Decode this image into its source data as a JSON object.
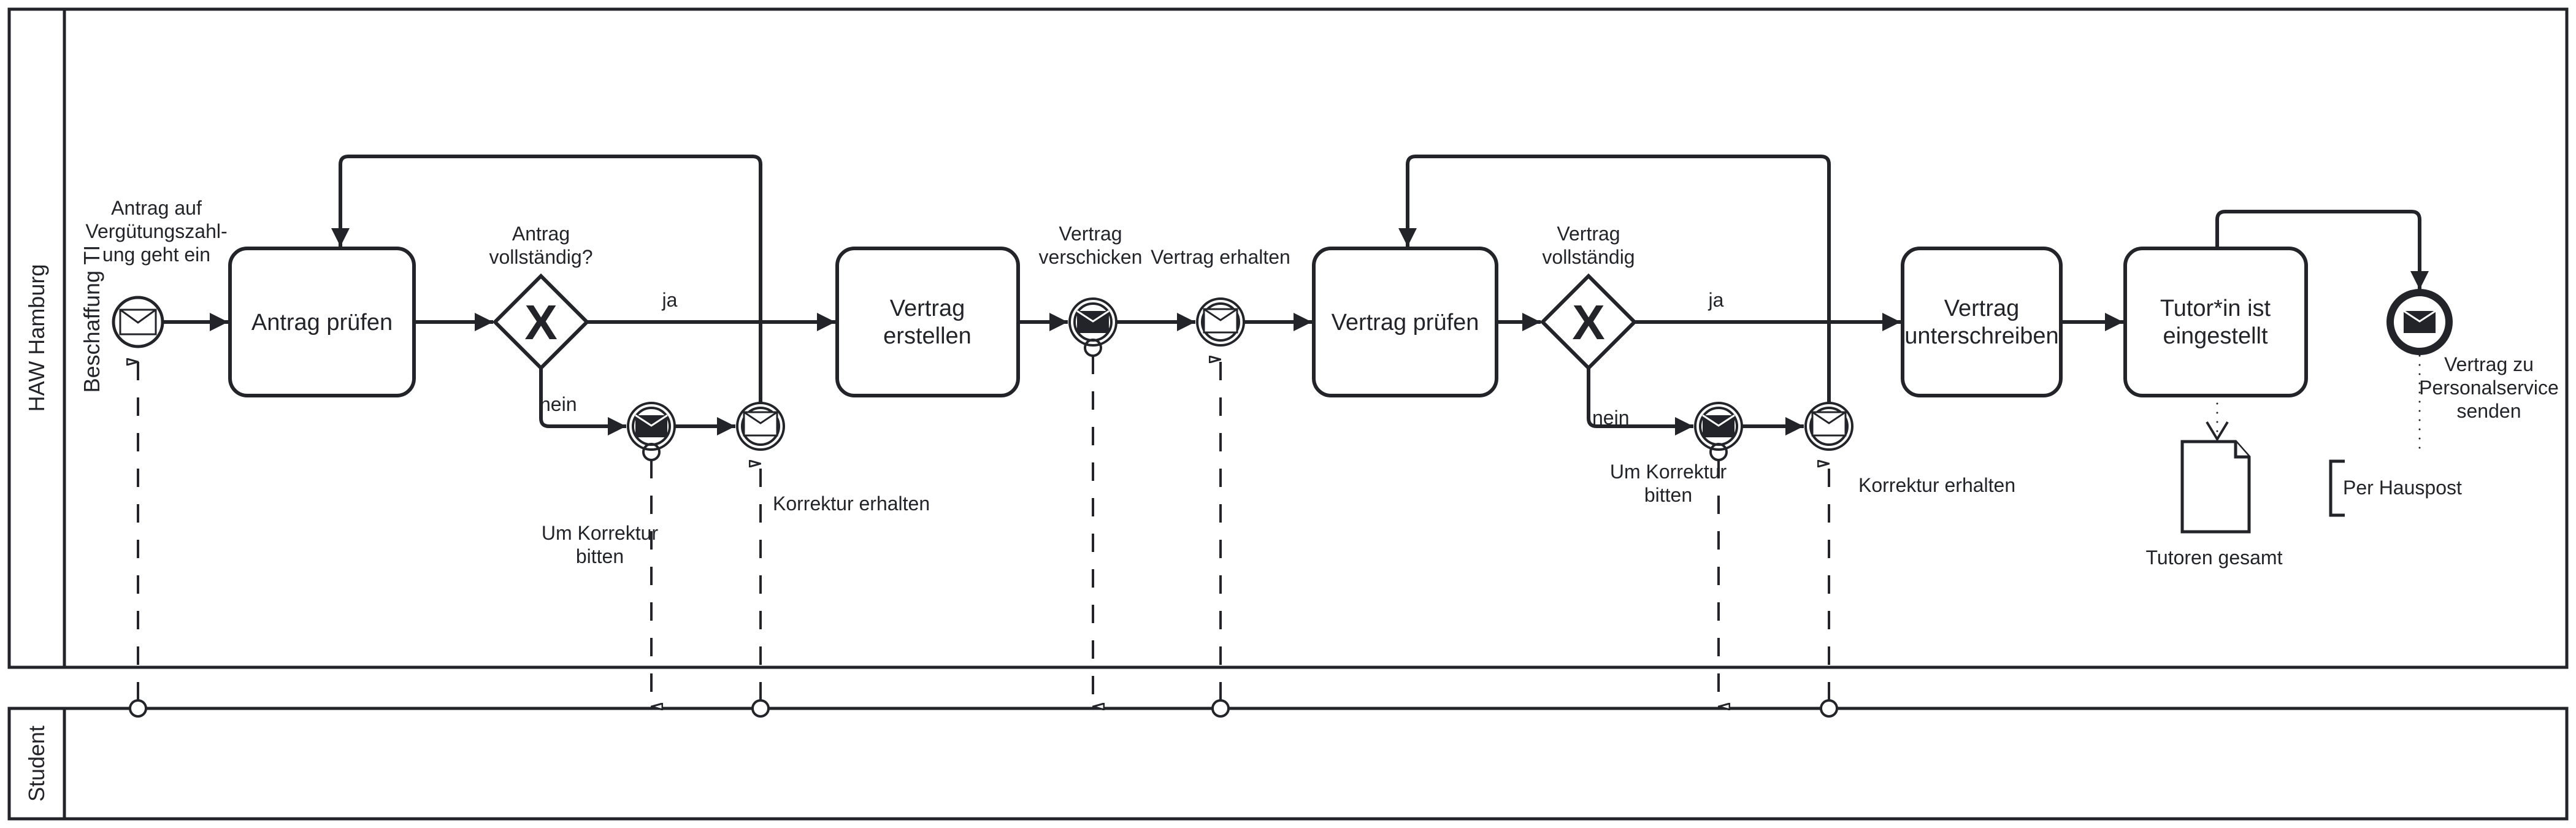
{
  "colors": {
    "ink": "#22242a",
    "background": "#ffffff"
  },
  "pools": [
    {
      "id": "haw",
      "label": "HAW Hamburg",
      "lane_label": "Beschaffung TI"
    },
    {
      "id": "student",
      "label": "Student"
    }
  ],
  "events": {
    "start": {
      "label": [
        "Antrag auf",
        "Vergütungszahl-",
        "ung geht ein"
      ],
      "icon": "envelope-outline-icon",
      "type": "message-start"
    },
    "throw1": {
      "label": [
        "Um Korrektur",
        "bitten"
      ],
      "icon": "envelope-filled-icon",
      "type": "message-throw"
    },
    "catch1": {
      "label": [
        "Korrektur erhalten"
      ],
      "icon": "envelope-outline-icon",
      "type": "message-catch"
    },
    "throw2": {
      "label": [
        "Vertrag",
        "verschicken"
      ],
      "icon": "envelope-filled-icon",
      "type": "message-throw"
    },
    "catch2": {
      "label": [
        "Vertrag erhalten"
      ],
      "icon": "envelope-outline-icon",
      "type": "message-catch"
    },
    "throw3": {
      "label": [
        "Um Korrektur",
        "bitten"
      ],
      "icon": "envelope-filled-icon",
      "type": "message-throw"
    },
    "catch3": {
      "label": [
        "Korrektur erhalten"
      ],
      "icon": "envelope-outline-icon",
      "type": "message-catch"
    },
    "end": {
      "label": [
        "Vertrag zu",
        "Personalservice",
        "senden"
      ],
      "icon": "envelope-filled-icon",
      "type": "message-end"
    }
  },
  "tasks": {
    "t1": {
      "label": [
        "Antrag prüfen"
      ]
    },
    "t2": {
      "label": [
        "Vertrag",
        "erstellen"
      ]
    },
    "t3": {
      "label": [
        "Vertrag prüfen"
      ]
    },
    "t4": {
      "label": [
        "Vertrag",
        "unterschreiben"
      ]
    },
    "t5": {
      "label": [
        "Tutor*in ist",
        "eingestellt"
      ]
    }
  },
  "gateways": {
    "g1": {
      "label": [
        "Antrag",
        "vollständig?"
      ],
      "marker": "X",
      "yes": "ja",
      "no": "nein"
    },
    "g2": {
      "label": [
        "Vertrag",
        "vollständig"
      ],
      "marker": "X",
      "yes": "ja",
      "no": "nein"
    }
  },
  "data_object": {
    "label": "Tutoren gesamt"
  },
  "annotation": {
    "text": "Per Hauspost"
  }
}
